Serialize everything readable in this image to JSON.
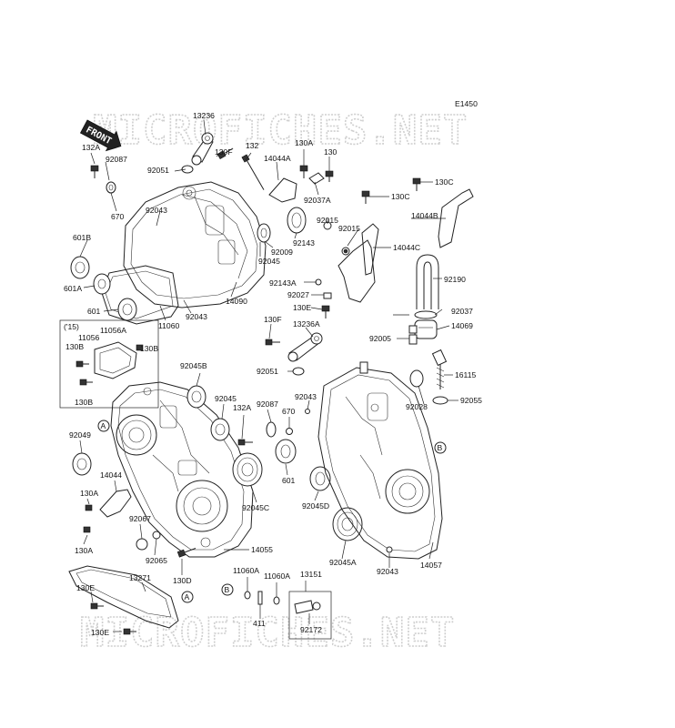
{
  "diagram_id": "E1450",
  "watermark": "MICROFICHES.NET",
  "front_label": "FRONT",
  "group_label": "('15)",
  "refs": {
    "a": "A",
    "b": "B"
  },
  "labels": [
    "13236",
    "132A",
    "92087",
    "670",
    "92051",
    "130F",
    "132",
    "14044A",
    "130A",
    "130",
    "92037A",
    "130C",
    "130C",
    "92043",
    "92015",
    "92015",
    "14044B",
    "14044C",
    "92143",
    "92009",
    "92045",
    "601B",
    "601A",
    "601",
    "11060",
    "92043",
    "14090",
    "92190",
    "92143A",
    "92027",
    "130E",
    "92037",
    "14069",
    "130F",
    "13236A",
    "92005",
    "11056",
    "11056A",
    "130B",
    "130B",
    "130B",
    "92051",
    "92045B",
    "92043",
    "16115",
    "92028",
    "92055",
    "92045",
    "132A",
    "92087",
    "670",
    "92049",
    "14044",
    "601",
    "92045C",
    "92045D",
    "130A",
    "92067",
    "130A",
    "92065",
    "130D",
    "14055",
    "92045A",
    "92043",
    "14057",
    "13271",
    "11060A",
    "11060A",
    "13151",
    "130E",
    "411",
    "92172",
    "130E"
  ]
}
